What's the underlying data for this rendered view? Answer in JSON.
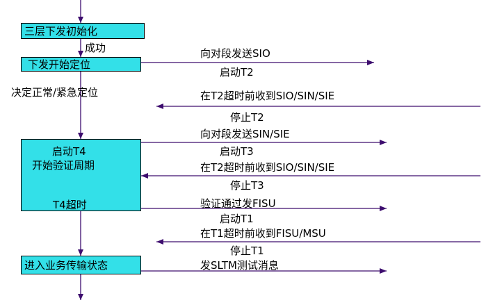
{
  "colors": {
    "box_fill": "#33e0e8",
    "line": "#3d0d6e"
  },
  "boxes": {
    "layer3_init": "三层下发初始化",
    "start_alignment": "下发开始定位",
    "verify": {
      "line1": "启动T4",
      "line2": "开始验证周期",
      "line3": "T4超时"
    },
    "in_service": "进入业务传输状态"
  },
  "labels": {
    "success": "成功",
    "decide_alignment": "决定正常/紧急定位"
  },
  "messages": [
    {
      "top": "向对段发送SIO",
      "bottom": "启动T2"
    },
    {
      "top": "在T2超时前收到SIO/SIN/SIE",
      "bottom": "停止T2"
    },
    {
      "top": "向对段发送SIN/SIE",
      "bottom": "启动T3"
    },
    {
      "top": "在T2超时前收到SIO/SIN/SIE",
      "bottom": "停止T3"
    },
    {
      "top": "验证通过发FISU",
      "bottom": "启动T1"
    },
    {
      "top": "在T1超时前收到FISU/MSU",
      "bottom": "停止T1"
    },
    {
      "top": "发SLTM测试消息",
      "bottom": ""
    }
  ]
}
